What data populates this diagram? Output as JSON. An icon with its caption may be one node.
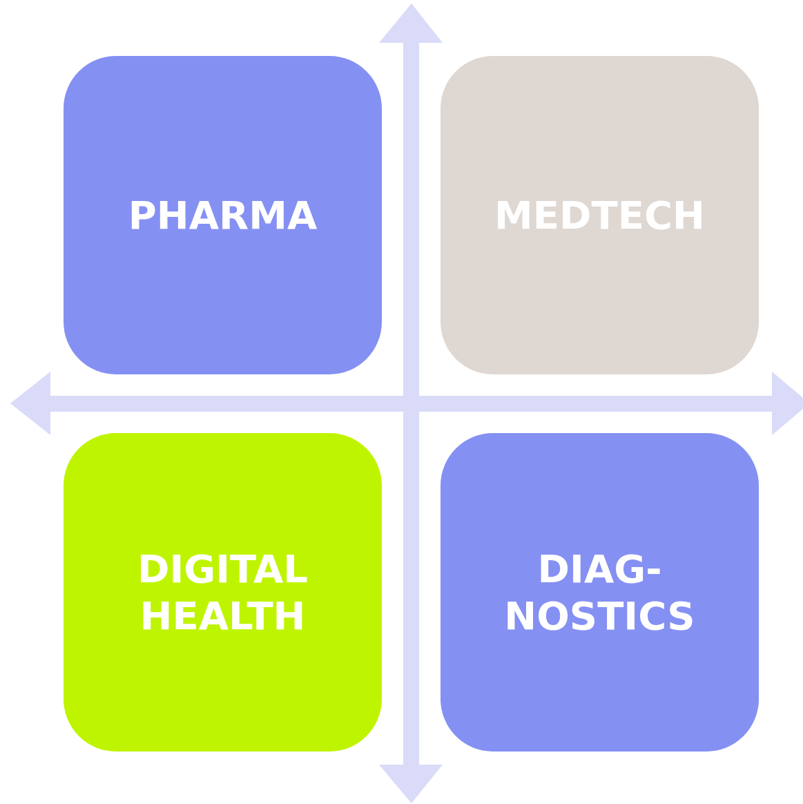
{
  "diagram": {
    "nodes": [
      {
        "text": [
          "PHARMA"
        ]
      },
      {
        "text": [
          "MEDTECH"
        ]
      },
      {
        "text": [
          "DIGITAL HEALTH"
        ]
      },
      {
        "text": [
          "DIAG- NOSTICS"
        ]
      }
    ]
  }
}
